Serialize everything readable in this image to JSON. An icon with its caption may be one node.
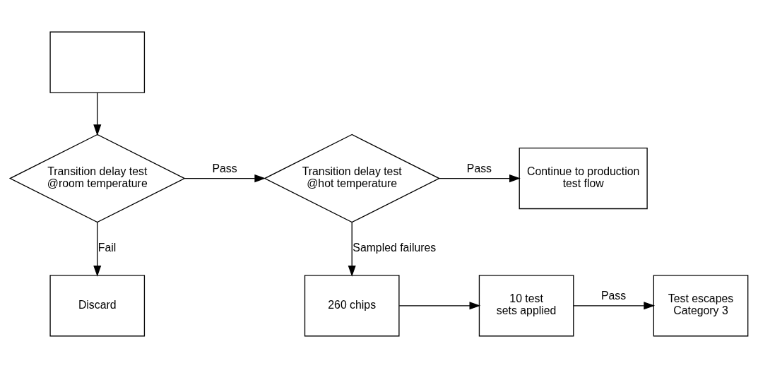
{
  "diagram": {
    "nodes": [
      {
        "text": [],
        "shape": "box"
      },
      {
        "text": [
          "Transition delay test @room temperature"
        ]
      },
      {
        "text": [
          "Transition delay test @hot temperature"
        ]
      },
      {
        "text": [
          "Continue to production test flow"
        ]
      },
      {
        "text": [
          "Discard"
        ]
      },
      {
        "text": [
          "260 chips"
        ]
      },
      {
        "text": [
          "10 test sets applied"
        ]
      },
      {
        "text": [
          "Test escapes Category 3"
        ]
      }
    ],
    "edges": [
      {
        "from": 0,
        "to": 1,
        "arrow": "to"
      },
      {
        "from": 1,
        "to": 2,
        "arrow": "to",
        "label": "Pass"
      },
      {
        "from": 2,
        "to": 3,
        "arrow": "to",
        "label": "Pass"
      },
      {
        "from": 1,
        "to": 4,
        "arrow": "to",
        "label": "Fail"
      },
      {
        "from": 2,
        "to": 5,
        "arrow": "to",
        "label": "Sampled failures"
      },
      {
        "from": 5,
        "to": 6,
        "arrow": "to"
      },
      {
        "from": 6,
        "to": 7,
        "arrow": "to",
        "label": "Pass"
      }
    ]
  }
}
